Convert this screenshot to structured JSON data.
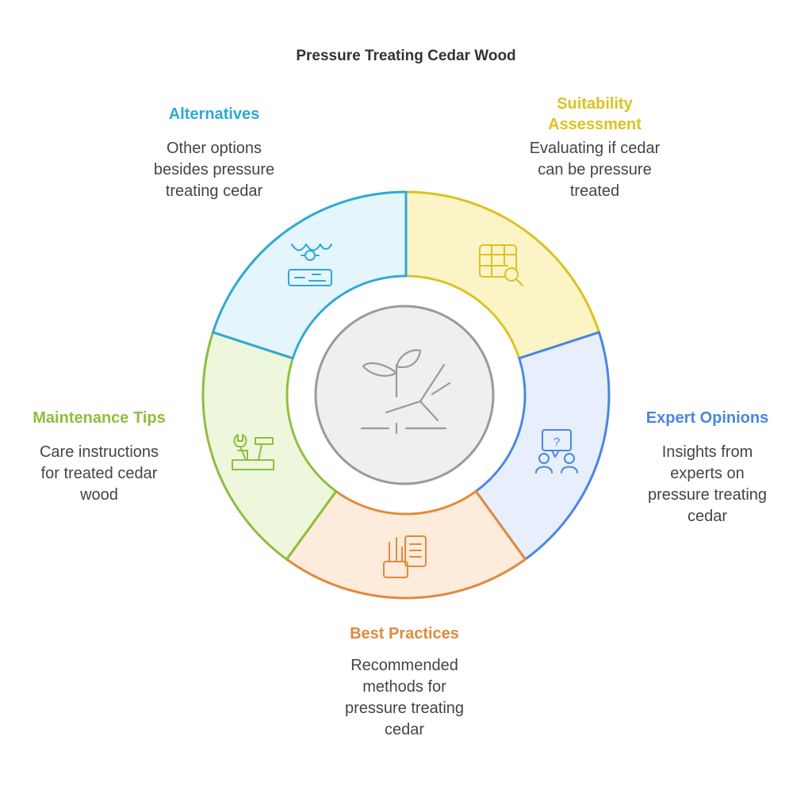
{
  "title": "Pressure Treating Cedar Wood",
  "segments": [
    {
      "id": "suitability",
      "heading": "Suitability\nAssessment",
      "description": "Evaluating if cedar\ncan be pressure\ntreated",
      "color": "#dcc31f",
      "fill": "#fbf4c7",
      "icon": "table-search-icon"
    },
    {
      "id": "expert",
      "heading": "Expert Opinions",
      "description": "Insights from\nexperts on\npressure treating\ncedar",
      "color": "#4a86e0",
      "fill": "#e7effc",
      "icon": "people-question-icon"
    },
    {
      "id": "best",
      "heading": "Best Practices",
      "description": "Recommended\nmethods for\npressure treating\ncedar",
      "color": "#e08a3c",
      "fill": "#fdebdb",
      "icon": "document-brushes-icon"
    },
    {
      "id": "maintenance",
      "heading": "Maintenance Tips",
      "description": "Care instructions\nfor treated cedar\nwood",
      "color": "#8cbf3f",
      "fill": "#eef7dc",
      "icon": "tools-icon"
    },
    {
      "id": "alternatives",
      "heading": "Alternatives",
      "description": "Other options\nbesides pressure\ntreating cedar",
      "color": "#2ea9d6",
      "fill": "#e4f5fc",
      "icon": "wood-plank-icon"
    }
  ],
  "center_icon": "plant-hand-icon"
}
